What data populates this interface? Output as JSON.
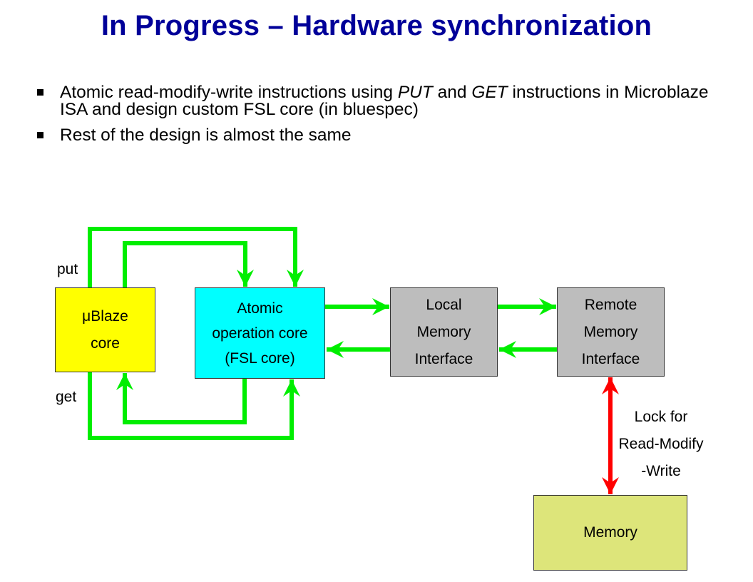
{
  "title": "In Progress – Hardware synchronization",
  "bullets": {
    "b1": {
      "pre": "Atomic read-modify-write instructions using ",
      "em1": "PUT",
      "mid": " and ",
      "em2": "GET",
      "post": " instructions in Microblaze ISA and design custom FSL core (in bluespec)"
    },
    "b2": "Rest of the design is almost the same"
  },
  "diagram": {
    "ublaze": {
      "line1": "μBlaze",
      "line2": "core"
    },
    "atomic": {
      "line1": "Atomic",
      "line2": "operation core",
      "line3": "(FSL core)"
    },
    "local": {
      "line1": "Local",
      "line2": "Memory",
      "line3": "Interface"
    },
    "remote": {
      "line1": "Remote",
      "line2": "Memory",
      "line3": "Interface"
    },
    "memory": "Memory",
    "put_label": "put",
    "get_label": "get",
    "lock": {
      "line1": "Lock for",
      "line2": "Read-Modify",
      "line3": "-Write"
    }
  },
  "colors": {
    "title": "#000099",
    "arrow_green": "#00ee00",
    "arrow_red": "#ff0000",
    "ublaze_fill": "#ffff00",
    "atomic_fill": "#00ffff",
    "interface_fill": "#bdbdbd",
    "memory_fill": "#dde57a"
  }
}
